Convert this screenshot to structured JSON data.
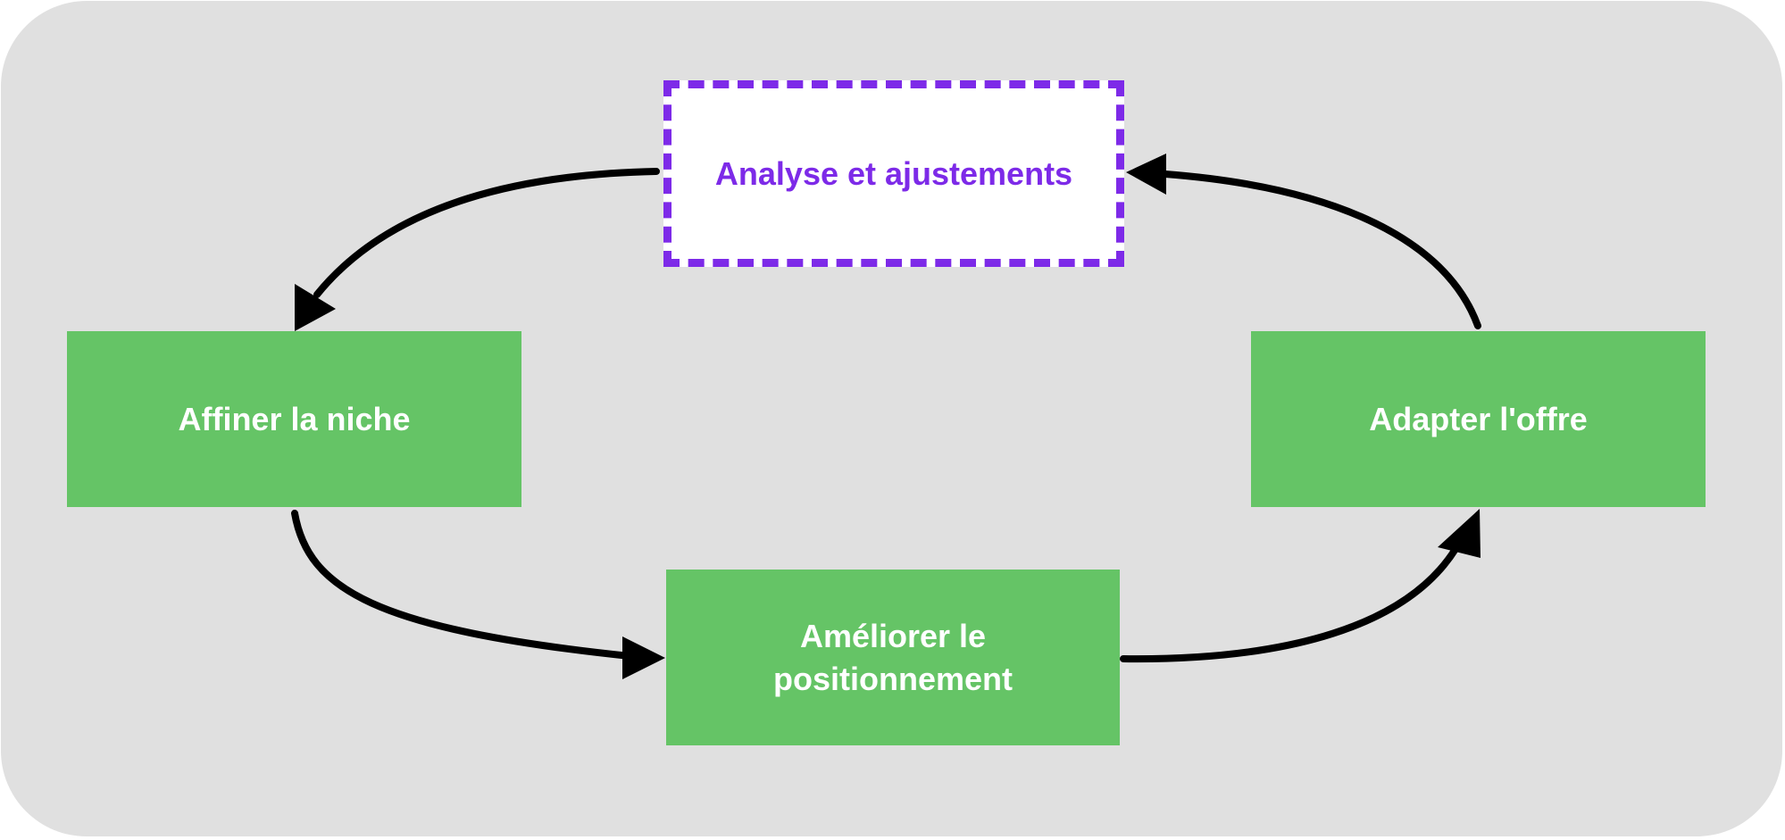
{
  "diagram": {
    "nodes": [
      {
        "id": "analyse",
        "label": "Analyse et ajustements",
        "style": "dashed-highlight"
      },
      {
        "id": "affiner",
        "label": "Affiner la niche",
        "style": "filled"
      },
      {
        "id": "ameliorer",
        "label": "Améliorer le positionnement",
        "style": "filled"
      },
      {
        "id": "adapter",
        "label": "Adapter l'offre",
        "style": "filled"
      }
    ],
    "edges": [
      {
        "from": "analyse",
        "to": "affiner"
      },
      {
        "from": "affiner",
        "to": "ameliorer"
      },
      {
        "from": "ameliorer",
        "to": "adapter"
      },
      {
        "from": "adapter",
        "to": "analyse"
      }
    ],
    "colors": {
      "background": "#e0e0e0",
      "node_fill": "#65c466",
      "node_text": "#ffffff",
      "highlight": "#7d2ae8",
      "arrow": "#000000"
    }
  }
}
